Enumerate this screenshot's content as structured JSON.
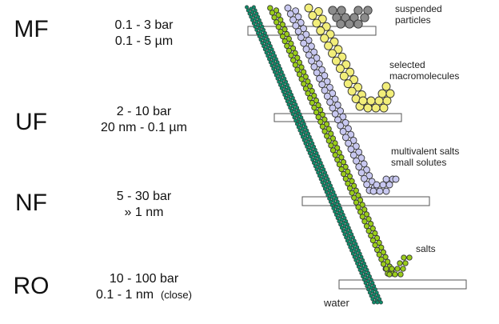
{
  "processes": [
    {
      "name": "MF",
      "pressure": "0.1 - 3 bar",
      "pore_size": "0.1 - 5 µm",
      "pore_note": "",
      "retained": "suspended particles",
      "retained_lines": [
        "suspended",
        "particles"
      ]
    },
    {
      "name": "UF",
      "pressure": "2 - 10 bar",
      "pore_size": "20 nm - 0.1 µm",
      "pore_note": "",
      "retained": "selected macromolecules",
      "retained_lines": [
        "selected",
        "macromolecules"
      ]
    },
    {
      "name": "NF",
      "pressure": "5 - 30 bar",
      "pore_size": "» 1 nm",
      "pore_note": "",
      "retained": "multivalent salts small solutes",
      "retained_lines": [
        "multivalent salts",
        "small solutes"
      ]
    },
    {
      "name": "RO",
      "pressure": "10 - 100 bar",
      "pore_size": "0.1 - 1 nm",
      "pore_note": "(close)",
      "retained": "salts",
      "retained_lines": [
        "salts"
      ]
    }
  ],
  "permeate_label": "water",
  "particle_colors": {
    "water": "#0f8a6a",
    "salts": "#9acd1a",
    "small_solutes": "#c8c8f0",
    "macromolecules": "#f2ee7a",
    "suspended": "#8c8c8c"
  }
}
